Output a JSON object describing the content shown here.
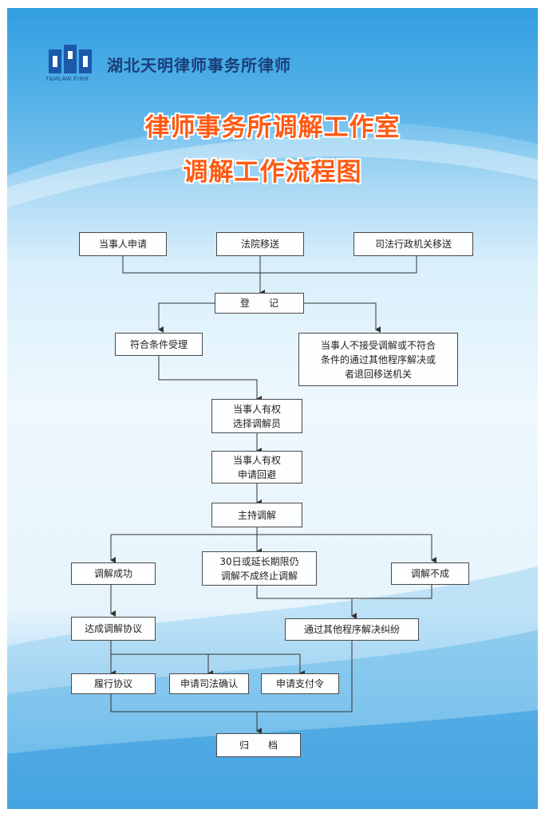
{
  "header": {
    "logo_text": "T&MLAW FIRM",
    "firm_name": "湖北天明律师事务所律师",
    "title_line1": "律师事务所调解工作室",
    "title_line2": "调解工作流程图"
  },
  "flowchart": {
    "nodes": {
      "applicant_request": "当事人申请",
      "court_transfer": "法院移送",
      "judicial_transfer": "司法行政机关移送",
      "register": "登　　记",
      "accept": "符合条件受理",
      "reject_line1": "当事人不接受调解或不符合",
      "reject_line2": "条件的通过其他程序解决或",
      "reject_line3": "者退回移送机关",
      "choose_mediator_line1": "当事人有权",
      "choose_mediator_line2": "选择调解员",
      "recusal_line1": "当事人有权",
      "recusal_line2": "申请回避",
      "preside": "主持调解",
      "success": "调解成功",
      "timeout_line1": "30日或延长期限仍",
      "timeout_line2": "调解不成终止调解",
      "failure": "调解不成",
      "agreement": "达成调解协议",
      "other_procedure": "通过其他程序解决纠纷",
      "perform": "履行协议",
      "judicial_confirm": "申请司法确认",
      "payment_order": "申请支付令",
      "archive": "归　　档"
    }
  },
  "colors": {
    "title": "#ff5a14",
    "firm_name": "#1a3f7a",
    "background_top": "#2f9ce0",
    "background_mid": "#eef8fe",
    "line": "#333333"
  }
}
